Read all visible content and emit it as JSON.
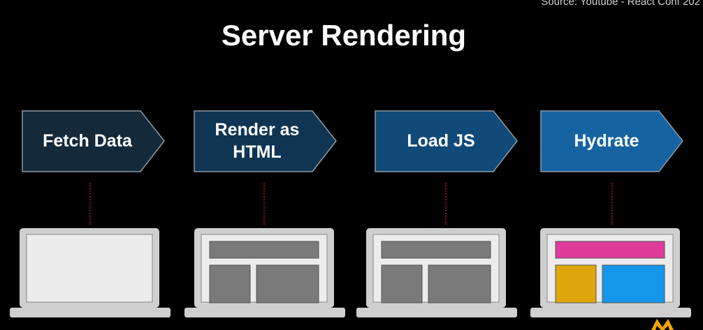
{
  "source_caption": "Source: Youtube - React Conf 202",
  "title": "Server Rendering",
  "steps": [
    {
      "label": "Fetch Data",
      "fill": "#14293a",
      "stroke": "#8c9aa3"
    },
    {
      "label": "Render as HTML",
      "fill": "#0f3553",
      "stroke": "#8c9aa3"
    },
    {
      "label": "Load JS",
      "fill": "#114a78",
      "stroke": "#8c9aa3"
    },
    {
      "label": "Hydrate",
      "fill": "#1663a1",
      "stroke": "#8c9aa3"
    }
  ],
  "colors": {
    "connector": "#8a0f1c",
    "laptop_body": "#cfcfcf",
    "screen_bg": "#ececec",
    "block_gray": "#7a7a7a",
    "hydrate_header": "#e03b9b",
    "hydrate_left": "#dfa50c",
    "hydrate_right": "#1497e8",
    "logo": "#f0a500"
  }
}
